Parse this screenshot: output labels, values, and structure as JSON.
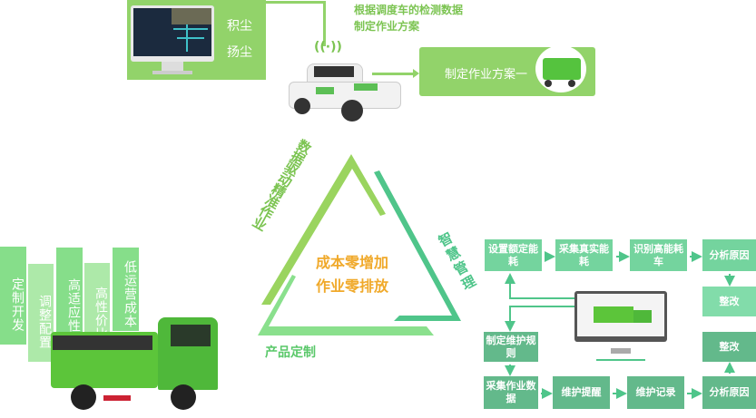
{
  "top": {
    "panel_labels": [
      "积尘",
      "扬尘"
    ],
    "caption_lines": [
      "根据调度车的检测数据",
      "制定作业方案"
    ],
    "plan_box_label": "制定作业方案一"
  },
  "triangle": {
    "center_lines": [
      "成本零增加",
      "作业零排放"
    ],
    "left_side_label": "数据驱动精准作业",
    "right_side_label": "智慧管理",
    "bottom_label": "产品定制"
  },
  "features": [
    "定制开发",
    "调整配置",
    "高适应性",
    "高性价比",
    "低运营成本"
  ],
  "flow": {
    "top_row": [
      "设置额定能耗",
      "采集真实能耗",
      "识别高能耗车",
      "分析原因"
    ],
    "fix_top": "整改",
    "maintenance_rule": "制定维护规则",
    "fix_bottom": "整改",
    "bottom_row": [
      "采集作业数据",
      "维护提醒",
      "维护记录",
      "分析原因"
    ]
  },
  "colors": {
    "green": "#92d36a",
    "orange": "#f0a92a",
    "teal": "#4fc58a"
  }
}
